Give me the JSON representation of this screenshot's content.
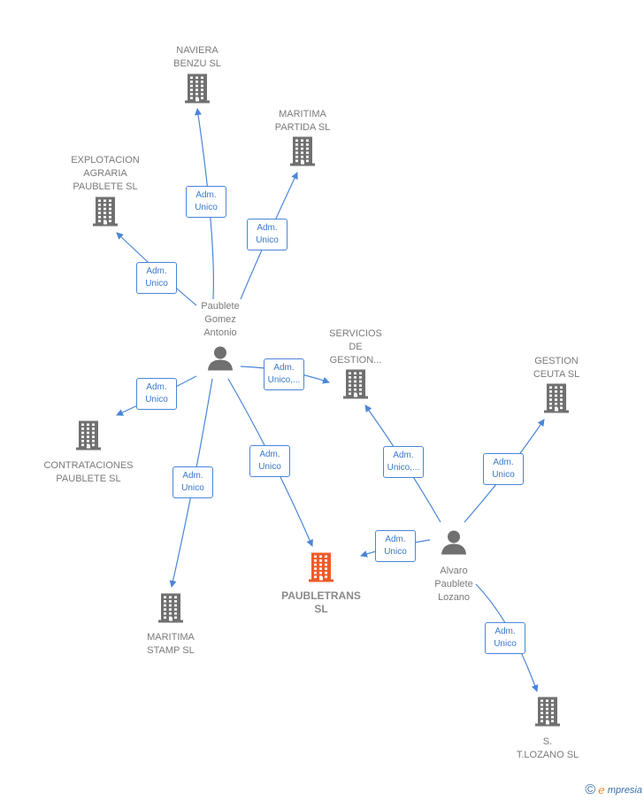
{
  "focus_company": {
    "label": "PAUBLETRANS\nSL",
    "color": "#f05a28"
  },
  "companies": [
    {
      "id": "naviera",
      "label": "NAVIERA\nBENZU SL"
    },
    {
      "id": "maritima-partida",
      "label": "MARITIMA\nPARTIDA SL"
    },
    {
      "id": "explotacion",
      "label": "EXPLOTACION\nAGRARIA\nPAUBLETE SL"
    },
    {
      "id": "servicios",
      "label": "SERVICIOS\nDE\nGESTION..."
    },
    {
      "id": "gestion-ceuta",
      "label": "GESTION\nCEUTA  SL"
    },
    {
      "id": "contrataciones",
      "label": "CONTRATACIONES\nPAUBLETE SL"
    },
    {
      "id": "maritima-stamp",
      "label": "MARITIMA\nSTAMP SL"
    },
    {
      "id": "tlozano",
      "label": "S.\nT.LOZANO  SL"
    }
  ],
  "people": [
    {
      "id": "paublete",
      "label": "Paublete\nGomez\nAntonio"
    },
    {
      "id": "alvaro",
      "label": "Alvaro\nPaublete\nLozano"
    }
  ],
  "relations": [
    {
      "from": "paublete",
      "to": "naviera",
      "label": "Adm.\nUnico"
    },
    {
      "from": "paublete",
      "to": "maritima-partida",
      "label": "Adm.\nUnico"
    },
    {
      "from": "paublete",
      "to": "explotacion",
      "label": "Adm.\nUnico"
    },
    {
      "from": "paublete",
      "to": "servicios",
      "label": "Adm.\nUnico,..."
    },
    {
      "from": "paublete",
      "to": "contrataciones",
      "label": "Adm.\nUnico"
    },
    {
      "from": "paublete",
      "to": "maritima-stamp",
      "label": "Adm.\nUnico"
    },
    {
      "from": "paublete",
      "to": "focus",
      "label": "Adm.\nUnico"
    },
    {
      "from": "alvaro",
      "to": "servicios",
      "label": "Adm.\nUnico,..."
    },
    {
      "from": "alvaro",
      "to": "gestion-ceuta",
      "label": "Adm.\nUnico"
    },
    {
      "from": "alvaro",
      "to": "focus",
      "label": "Adm.\nUnico"
    },
    {
      "from": "alvaro",
      "to": "tlozano",
      "label": "Adm.\nUnico"
    }
  ],
  "colors": {
    "edge": "#4a86d8",
    "node": "#707070"
  },
  "credit": {
    "symbol": "©",
    "e": "e",
    "brand": "mpresia"
  }
}
